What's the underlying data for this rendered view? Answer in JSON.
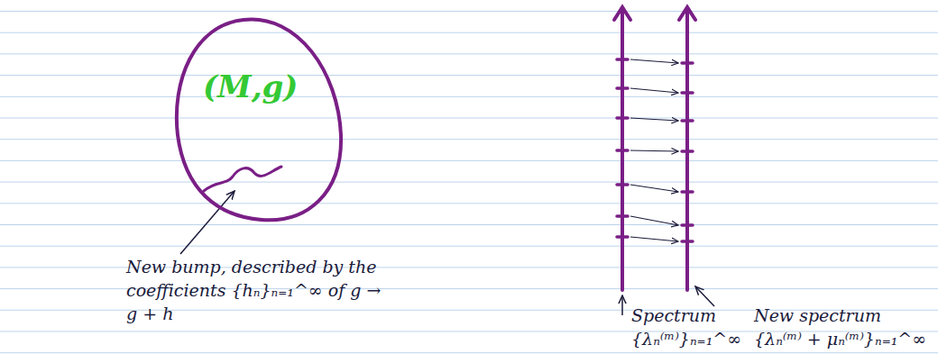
{
  "diagram": {
    "nodes": [
      {
        "text": [
          "(M,g)"
        ]
      }
    ],
    "labels": [
      "New bump, described by the coefficients {hₙ}ₙ₌₁^∞ of g → g + h",
      "Spectrum {λₙ⁽ᵐ⁾}ₙ₌₁^∞",
      "New spectrum {λₙ⁽ᵐ⁾ + μₙ⁽ᵐ⁾}ₙ₌₁^∞"
    ]
  }
}
